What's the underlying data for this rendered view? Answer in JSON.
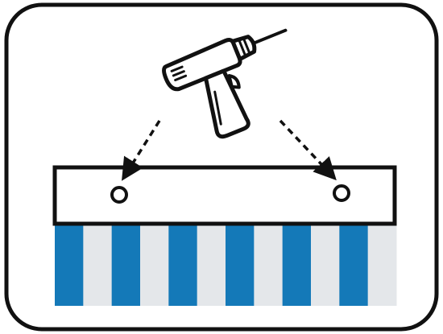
{
  "diagram": {
    "subject": "drill-mounting-rail-over-blinds",
    "icons": {
      "drill": "power-drill-icon",
      "screw_hole": "screw-hole-icon"
    },
    "colors": {
      "outline": "#111111",
      "background": "#ffffff",
      "stripe_blue": "#1479b8",
      "stripe_gray": "#e4e7ea",
      "rail_fill": "#ffffff"
    },
    "stripes": {
      "count": 12,
      "pattern": [
        "blue",
        "gray"
      ]
    },
    "holes": [
      {
        "label": "left-hole"
      },
      {
        "label": "right-hole"
      }
    ],
    "arrows": {
      "style": "dashed",
      "count": 2
    }
  }
}
